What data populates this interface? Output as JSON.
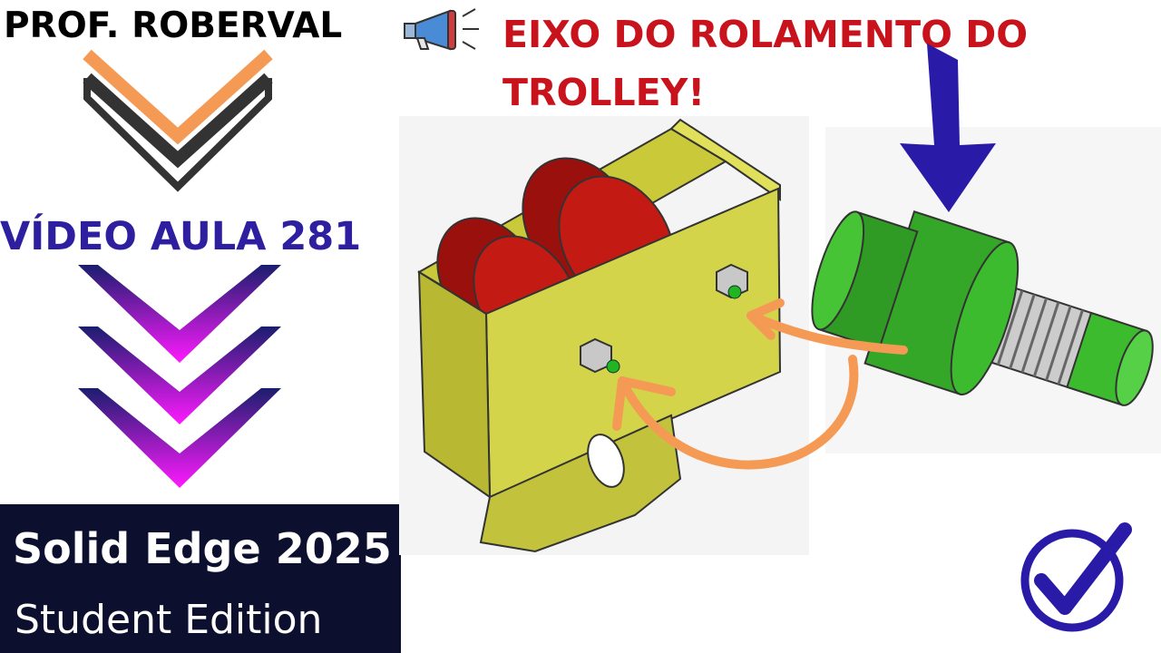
{
  "header": {
    "author": "PROF. ROBERVAL",
    "headline": "EIXO DO ROLAMENTO DO TROLLEY!",
    "megaphone_icon": "megaphone-icon"
  },
  "lesson": {
    "label": "VÍDEO AULA 281"
  },
  "brand": {
    "product": "Solid Edge 2025",
    "edition": "Student Edition"
  },
  "illustration": {
    "trolley_icon": "trolley-bracket-icon",
    "shaft_icon": "roller-shaft-icon",
    "check_icon": "check-circle-icon"
  },
  "colors": {
    "headline": "#c8121c",
    "lesson": "#2e1fa0",
    "bracket": "#d4d44a",
    "roller": "#c41a14",
    "shaft": "#3dbb2e",
    "arrow_blue": "#2a1aa8",
    "arrow_orange": "#f59a55",
    "brand_bg": "#0d0f2e"
  }
}
